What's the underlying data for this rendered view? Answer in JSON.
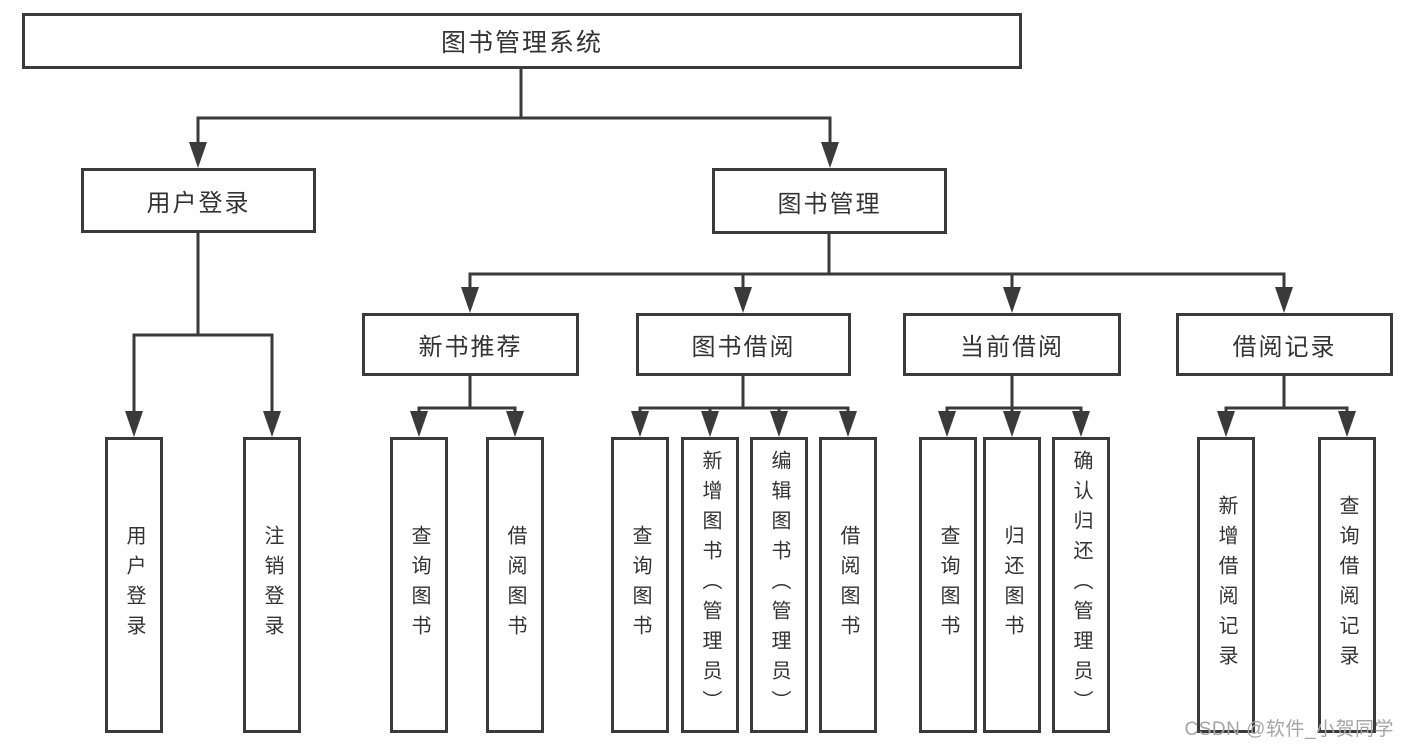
{
  "diagram": {
    "root_label": "图书管理系统",
    "user_login": {
      "label": "用户登录",
      "children": [
        "用户登录",
        "注销登录"
      ]
    },
    "book_mgmt": {
      "label": "图书管理",
      "groups": [
        {
          "label": "新书推荐",
          "children": [
            "查询图书",
            "借阅图书"
          ]
        },
        {
          "label": "图书借阅",
          "children": [
            "查询图书",
            "新增图书（管理员）",
            "编辑图书（管理员）",
            "借阅图书"
          ]
        },
        {
          "label": "当前借阅",
          "children": [
            "查询图书",
            "归还图书",
            "确认归还（管理员）"
          ]
        },
        {
          "label": "借阅记录",
          "children": [
            "新增借阅记录",
            "查询借阅记录"
          ]
        }
      ]
    },
    "watermark": "CSDN @软件_小贺同学",
    "colors": {
      "line": "#3a3a3a",
      "text": "#333333",
      "watermark": "#a5a5a5",
      "background": "#ffffff"
    }
  }
}
